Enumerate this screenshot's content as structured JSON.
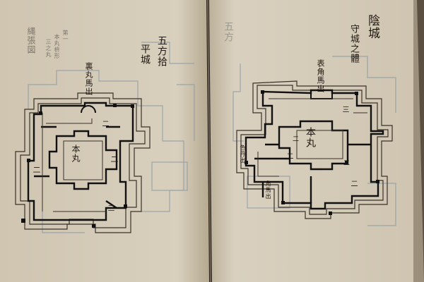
{
  "book": {
    "left_page": {
      "title_main": "五方拾",
      "title_sub": "平城",
      "top_left_label": "縄張図",
      "top_left_notes": [
        "第一",
        "本丸枡形",
        "三之丸"
      ],
      "gate_label": "裏丸馬出",
      "enclosures": {
        "honmaru": "本丸",
        "ninomaru": "二",
        "sannomaru": "三"
      }
    },
    "right_page": {
      "title_main": "陰城",
      "title_sub": "守城之體",
      "gate_label": "表角馬出",
      "faint_label": "五方",
      "enclosures": {
        "honmaru": "本丸",
        "ninomaru": "二",
        "sannomaru": "三"
      },
      "small_labels": {
        "side_gate": "色丹出",
        "lower_gate": "角馬出"
      }
    }
  },
  "colors": {
    "paper": "#d6cdbb",
    "paper_shadow": "#b9ae98",
    "ink": "#1f1812",
    "faint_ink": "#8e9ba6"
  }
}
